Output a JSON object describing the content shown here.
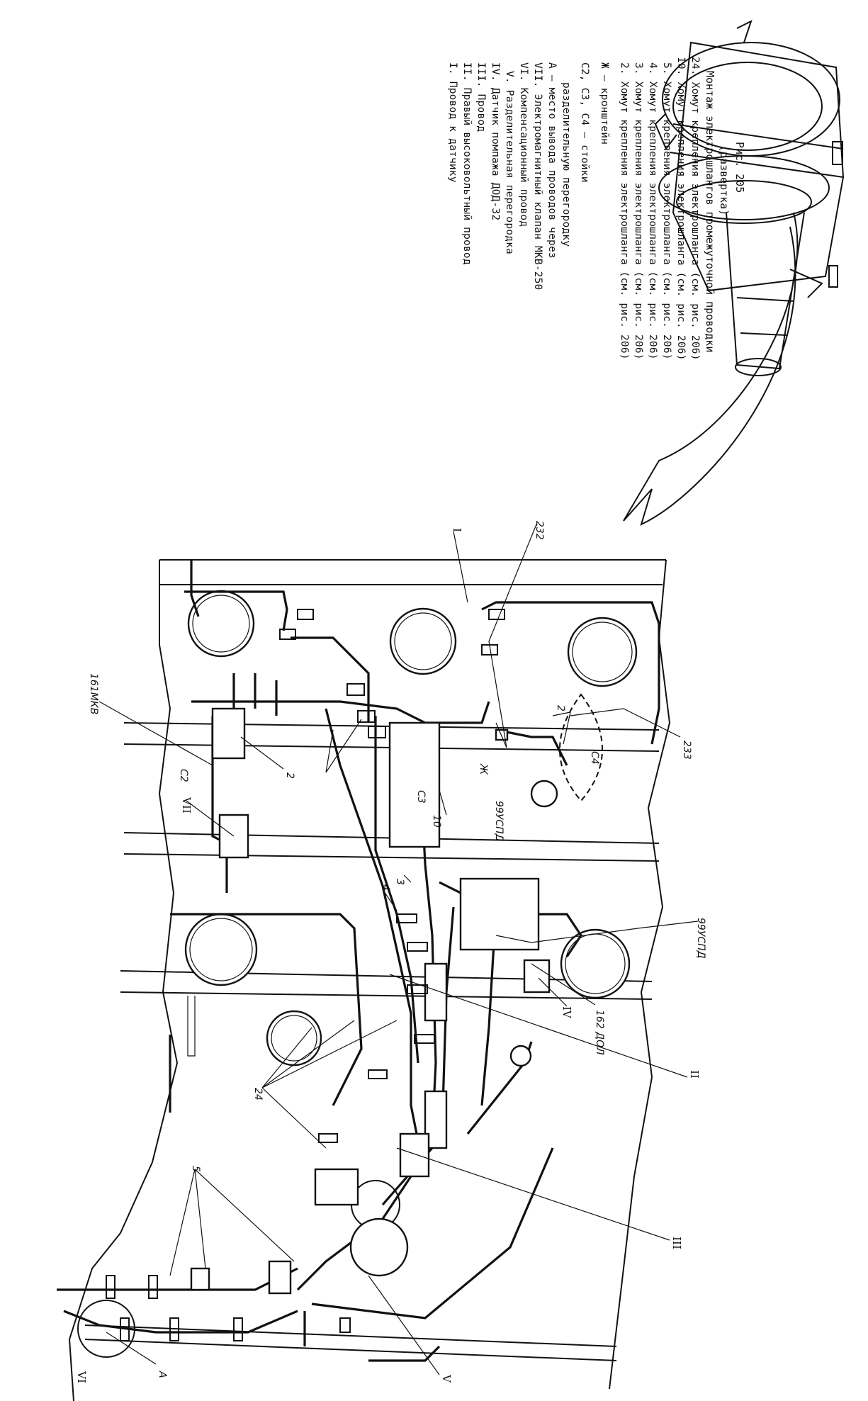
{
  "legend": {
    "items": [
      "I. Провод к датчику",
      "II. Правый высоковольтный провод",
      "III. Провод",
      "IV. Датчик помпажа ДОД-32",
      "V. Разделительная перегородка",
      "VI. Компенсационный провод",
      "VII. Электромагнитный клапан МКВ-250",
      "А – место вывода проводов через",
      "разделительную перегородку",
      "С2, С3, С4 – стойки",
      "Ж – кронштейн",
      "2. Хомут крепления электрошланга (см. рис. 206)",
      "3. Хомут крепления электрошланга (см. рис. 206)",
      "4. Хомут крепления электрошланга (см. рис. 206)",
      "5. Хомут крепления электрошланга (см. рис. 206)",
      "10. Хомут крепления электрошланга (см. рис. 206)",
      "24. Хомут крепления электрошланга (см. рис. 206)"
    ]
  },
  "caption": {
    "line1": "Монтаж электрошлангов промежуточной проводки",
    "line2": "(развертка)",
    "fig": "Рис. 205"
  },
  "callouts": {
    "c232": "232",
    "c233": "233",
    "cI": "I",
    "cII": "II",
    "cIII": "III",
    "cIV": "IV",
    "cV": "V",
    "cVI": "VI",
    "cVII": "VII",
    "cA": "А",
    "cZh": "Ж",
    "cC2": "С2",
    "cC3": "С3",
    "cC4": "С4",
    "c2a": "2",
    "c2b": "2",
    "c3": "3",
    "c4": "4",
    "c5": "5",
    "c10": "10",
    "c24": "24",
    "c161": "161МКВ",
    "c99a": "99УСПД",
    "c99b": "99УСПД",
    "c162": "162 ДОЛ"
  }
}
